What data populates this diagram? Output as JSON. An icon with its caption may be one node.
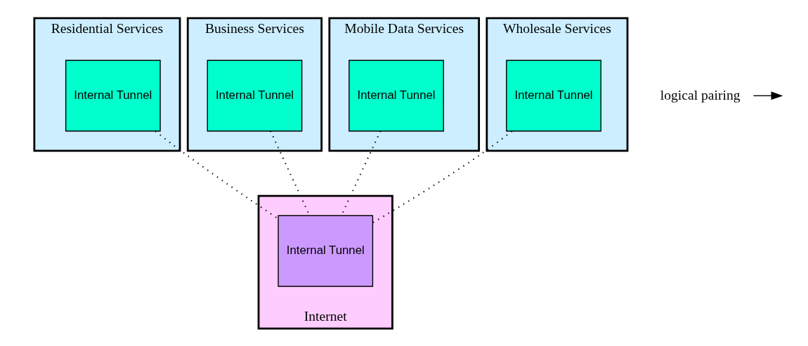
{
  "diagram": {
    "nodes": [
      {
        "text": [
          "Residential Services"
        ]
      },
      {
        "text": [
          "Internal Tunnel"
        ],
        "in": 0
      },
      {
        "text": [
          "Business Services"
        ]
      },
      {
        "text": [
          "Internal Tunnel"
        ],
        "in": 2
      },
      {
        "text": [
          "Mobile Data Services"
        ]
      },
      {
        "text": [
          "Internal Tunnel"
        ],
        "in": 4
      },
      {
        "text": [
          "Wholesale Services"
        ]
      },
      {
        "text": [
          "Internal Tunnel"
        ],
        "in": 6
      },
      {
        "text": [
          "logical pairing"
        ]
      },
      {
        "text": [
          "Internet"
        ]
      },
      {
        "text": [
          "Internal Tunnel"
        ],
        "in": 9
      }
    ],
    "edges": [
      {
        "from": 1,
        "to": 10,
        "arrow": "none",
        "style": "dashed"
      },
      {
        "from": 3,
        "to": 10,
        "arrow": "none",
        "style": "dashed"
      },
      {
        "from": 5,
        "to": 10,
        "arrow": "none",
        "style": "dashed"
      },
      {
        "from": 7,
        "to": 10,
        "arrow": "none",
        "style": "dashed"
      },
      {
        "from": 8,
        "to": null,
        "arrow": "to"
      }
    ]
  }
}
